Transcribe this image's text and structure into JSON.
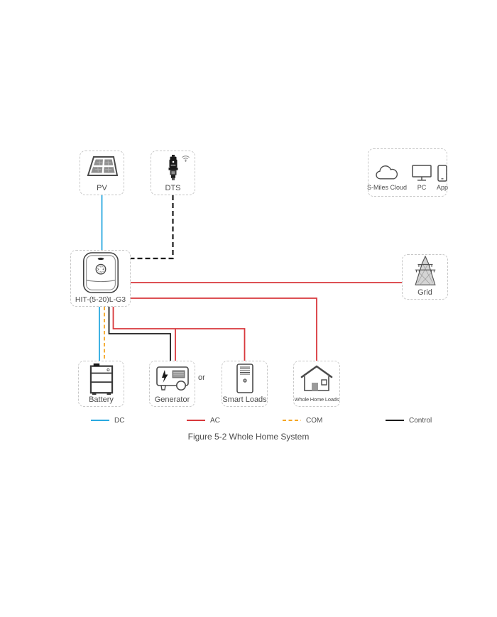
{
  "diagram": {
    "caption": "Figure 5-2 Whole Home System",
    "or_label": "or",
    "nodes": {
      "pv": {
        "label": "PV"
      },
      "dts": {
        "label": "DTS"
      },
      "cloud": {
        "items": [
          {
            "label": "S-Miles Cloud",
            "icon": "cloud-icon"
          },
          {
            "label": "PC",
            "icon": "monitor-icon"
          },
          {
            "label": "App",
            "icon": "smartphone-icon"
          }
        ]
      },
      "inverter": {
        "label": "HIT-(5-20)L-G3"
      },
      "grid": {
        "label": "Grid"
      },
      "battery": {
        "label": "Battery"
      },
      "generator": {
        "label": "Generator"
      },
      "smart_loads": {
        "label": "Smart Loads"
      },
      "whole_home_loads": {
        "label": "Whole Home Loads"
      }
    },
    "legend": [
      {
        "label": "DC",
        "color": "#29a9e0",
        "style": "solid"
      },
      {
        "label": "AC",
        "color": "#d8383c",
        "style": "solid"
      },
      {
        "label": "COM",
        "color": "#f5a623",
        "style": "dashed"
      },
      {
        "label": "Control",
        "color": "#1a1a1a",
        "style": "solid"
      }
    ],
    "colors": {
      "dc": "#29a9e0",
      "ac": "#d8383c",
      "com": "#f5a623",
      "control": "#1a1a1a",
      "box_border": "#c7c7c7",
      "text": "#4d4d4d"
    },
    "icons": {
      "pv": "solar-panel",
      "dts": "energy-meter",
      "dts_signal": "wifi",
      "cloud": "cloud",
      "pc": "monitor",
      "app": "smartphone",
      "inverter": "inverter-unit",
      "grid": "transmission-tower",
      "battery": "battery-cabinet",
      "generator": "generator",
      "smart_loads": "smart-load-tower",
      "whole_home_loads": "house"
    }
  }
}
